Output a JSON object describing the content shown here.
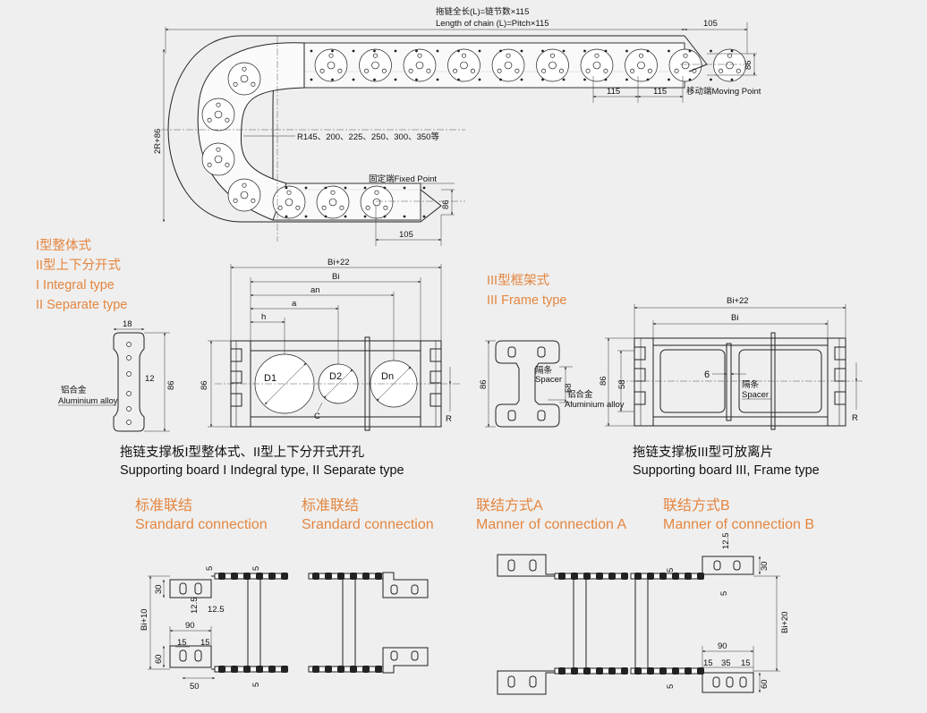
{
  "chain": {
    "length_cn": "拖链全长(L)=链节数×115",
    "length_en": "Length of chain (L)=Pitch×115",
    "pitch": "115",
    "end_len": "105",
    "height": "86",
    "height2r": "2R+86",
    "radius": "R145、200、225、250、300、350等",
    "moving": "移动端Moving Point",
    "fixed": "固定端Fixed Point"
  },
  "types": {
    "t1_cn": "I型整体式",
    "t2_cn": "II型上下分开式",
    "t1_en": "I Integral type",
    "t2_en": "II Separate type",
    "t3_cn": "III型框架式",
    "t3_en": "III Frame type"
  },
  "board1": {
    "w18": "18",
    "d12": "12",
    "h86": "86",
    "alloy_cn": "铝合金",
    "alloy_en": "Aluminium alloy",
    "bi22": "Bi+22",
    "bi": "Bi",
    "an": "an",
    "a": "a",
    "h": "h",
    "d1": "D1",
    "d2": "D2",
    "dn": "Dn",
    "c": "C",
    "r": "R",
    "cap_cn": "拖链支撑板I型整体式、II型上下分开式开孔",
    "cap_en": "Supporting board I Indegral type, II Separate type"
  },
  "board3": {
    "h86": "86",
    "h58": "58",
    "spacer_cn": "隔条",
    "spacer_en": "Spacer",
    "alloy_cn": "铝合金",
    "alloy_en": "Aluminium alloy",
    "bi22": "Bi+22",
    "bi": "Bi",
    "six": "6",
    "r": "R",
    "cap_cn": "拖链支撑板III型可放离片",
    "cap_en": "Supporting board III, Frame type"
  },
  "connections": {
    "std1_cn": "标准联结",
    "std1_en": "Srandard connection",
    "std2_cn": "标准联结",
    "std2_en": "Srandard connection",
    "a_cn": "联结方式A",
    "a_en": "Manner of connection A",
    "b_cn": "联结方式B",
    "b_en": "Manner of connection B"
  },
  "conn_dims": {
    "d30": "30",
    "d5": "5",
    "d12_5": "12.5",
    "bi10": "Bi+10",
    "d90": "90",
    "d15": "15",
    "d60": "60",
    "d50": "50",
    "d35": "35",
    "bi20": "Bi+20"
  }
}
